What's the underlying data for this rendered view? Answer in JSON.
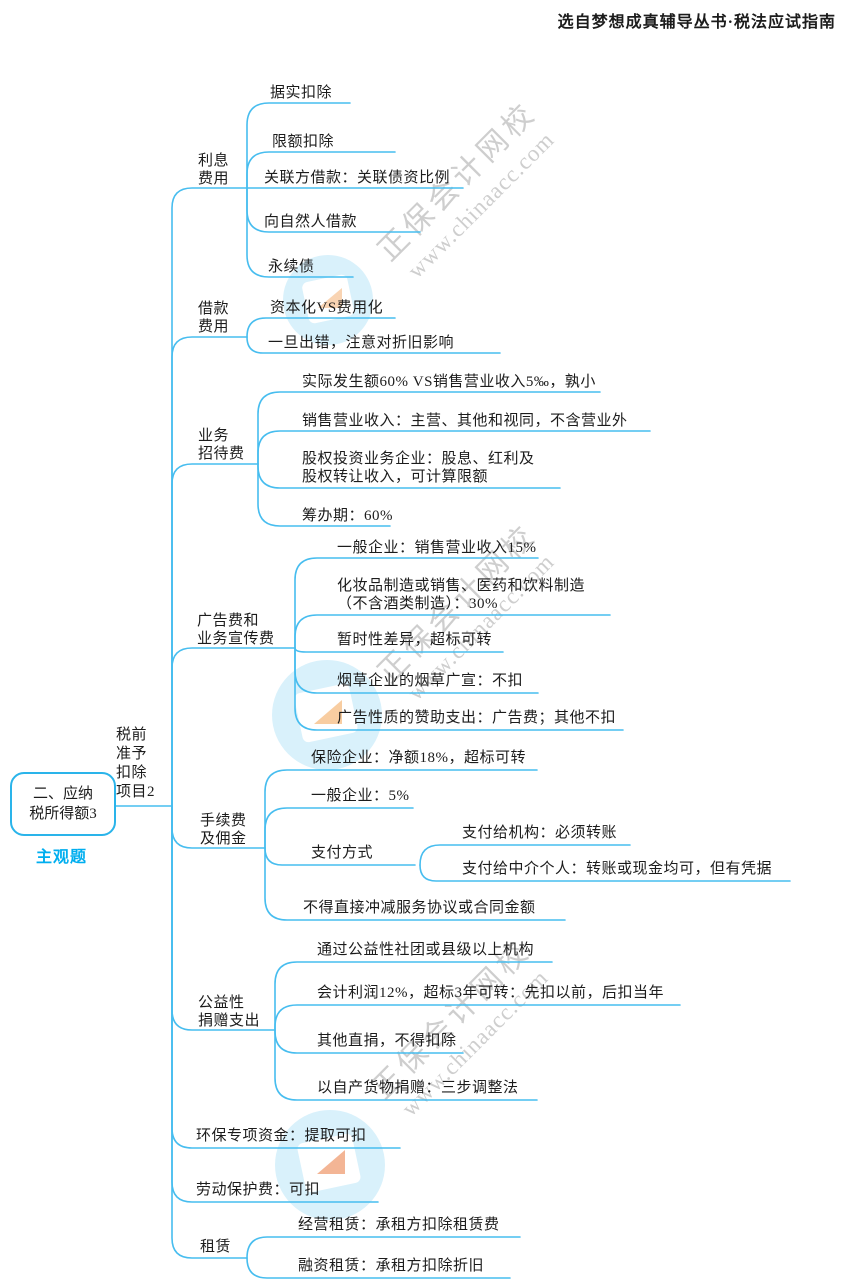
{
  "header": {
    "title": "选自梦想成真辅导丛书·税法应试指南"
  },
  "root": {
    "title": "二、应纳\n税所得额3",
    "note": "主观题"
  },
  "watermark": {
    "brand": "正保会计网校",
    "url": "www.chinaacc.com"
  },
  "colors": {
    "line": "#47bdef",
    "root_border": "#2ab4ea",
    "note_text": "#00aeef",
    "watermark_gray": "#c6c6c6"
  },
  "nodes": {
    "main_label": "税前\n准予\n扣除\n项目2",
    "interest": "利息\n费用",
    "interest_1": "据实扣除",
    "interest_2": "限额扣除",
    "interest_3": "关联方借款：关联债资比例",
    "interest_4": "向自然人借款",
    "interest_5": "永续债",
    "borrow": "借款\n费用",
    "borrow_1": "资本化VS费用化",
    "borrow_2": "一旦出错，注意对折旧影响",
    "entertain": "业务\n招待费",
    "entertain_1": "实际发生额60% VS销售营业收入5‰，孰小",
    "entertain_2": "销售营业收入：主营、其他和视同，不含营业外",
    "entertain_3": "股权投资业务企业：股息、红利及\n股权转让收入，可计算限额",
    "entertain_4": "筹办期：60%",
    "ad": "广告费和\n业务宣传费",
    "ad_1": "一般企业：销售营业收入15%",
    "ad_2": "化妆品制造或销售、医药和饮料制造\n（不含酒类制造）：30%",
    "ad_3": "暂时性差异，超标可转",
    "ad_4": "烟草企业的烟草广宣：不扣",
    "ad_5": "广告性质的赞助支出：广告费；其他不扣",
    "commission": "手续费\n及佣金",
    "commission_1": "保险企业：净额18%，超标可转",
    "commission_2": "一般企业：5%",
    "commission_3": "支付方式",
    "commission_3_1": "支付给机构：必须转账",
    "commission_3_2": "支付给中介个人：转账或现金均可，但有凭据",
    "commission_4": "不得直接冲减服务协议或合同金额",
    "donation": "公益性\n捐赠支出",
    "donation_1": "通过公益性社团或县级以上机构",
    "donation_2": "会计利润12%，超标3年可转：先扣以前，后扣当年",
    "donation_3": "其他直捐，不得扣除",
    "donation_4": "以自产货物捐赠：三步调整法",
    "envfund": "环保专项资金：提取可扣",
    "labor": "劳动保护费：可扣",
    "lease": "租赁",
    "lease_1": "经营租赁：承租方扣除租赁费",
    "lease_2": "融资租赁：承租方扣除折旧"
  }
}
